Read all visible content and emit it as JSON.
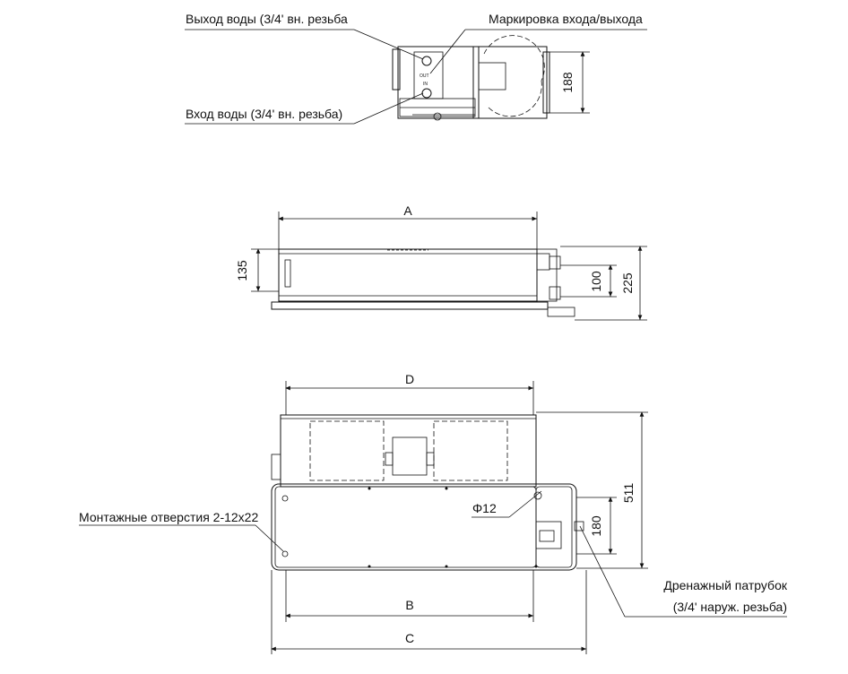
{
  "labels": {
    "water_out": "Выход воды (3/4' вн. резьба",
    "io_marking": "Маркировка входа/выхода",
    "water_in": "Вход воды (3/4' вн. резьба)",
    "mount_holes": "Монтажные отверстия 2-12x22",
    "phi": "Φ12",
    "drain_line1": "Дренажный патрубок",
    "drain_line2": "(3/4' наруж. резьба)"
  },
  "dimensions": {
    "top_188": "188",
    "A": "A",
    "h135": "135",
    "h100": "100",
    "h225": "225",
    "D": "D",
    "h511": "511",
    "h180": "180",
    "B": "B",
    "C": "C"
  },
  "fitting_marks": {
    "out": "OUT",
    "in": "IN"
  }
}
